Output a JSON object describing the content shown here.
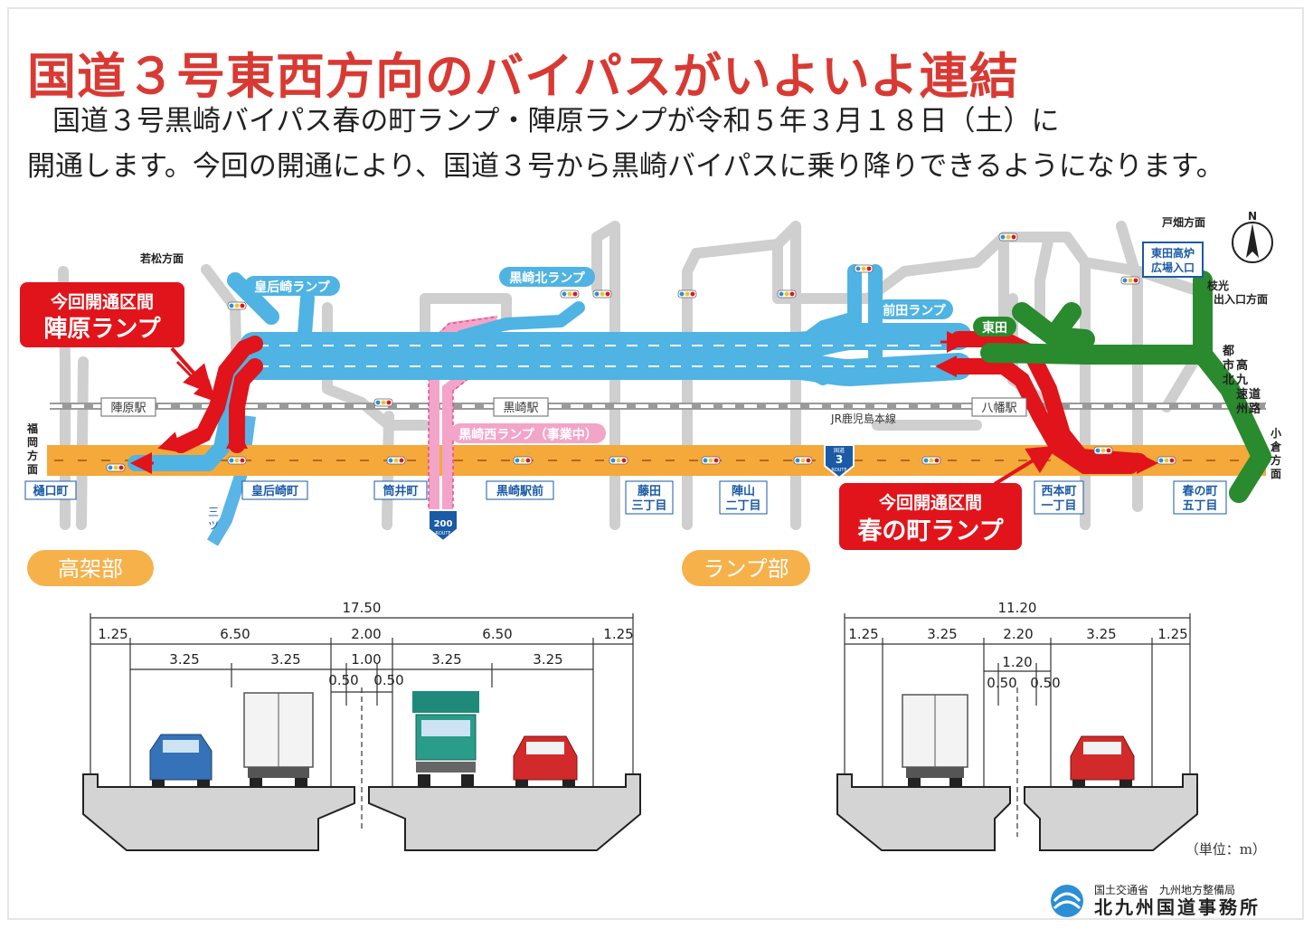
{
  "heading": {
    "title": "国道３号東西方向のバイパスがいよいよ連結",
    "lead_line1": "国道３号黒崎バイパス春の町ランプ・陣原ランプが令和５年３月１８日（土）に",
    "lead_line2": "開通します。今回の開通により、国道３号から黒崎バイパスに乗り降りできるようになります。"
  },
  "map": {
    "directions": {
      "wakamatsu": "若松方面",
      "tobata": "戸畑方面",
      "fukuoka": [
        "福",
        "岡",
        "方",
        "面"
      ],
      "kokura": [
        "小",
        "倉",
        "方",
        "面"
      ],
      "edamitsu": [
        "枝光",
        "出入口方面"
      ],
      "north": "N"
    },
    "ramps": {
      "kogosaki": "皇后崎ランプ",
      "kurosakikita": "黒崎北ランプ",
      "maeda": "前田ランプ",
      "higashida": "東田",
      "kurosakinishi": "黒崎西ランプ（事業中）"
    },
    "callouts": {
      "jinbaru": [
        "今回開通区間",
        "陣原ランプ"
      ],
      "harunomachi": [
        "今回開通区間",
        "春の町ランプ"
      ]
    },
    "stations": [
      "陣原駅",
      "黒崎駅",
      "八幡駅"
    ],
    "rail_line": "JR鹿児島本線",
    "expressway": [
      "都",
      "市",
      "北",
      "高",
      "九",
      "速",
      "州",
      "道",
      "路"
    ],
    "higashida_furnace": [
      "東田高炉",
      "広場入口"
    ],
    "intersections": [
      "樋口町",
      "皇后崎町",
      "筒井町",
      "黒崎駅前"
    ],
    "intersections_2line": [
      [
        "藤田",
        "三丁目"
      ],
      [
        "陣山",
        "二丁目"
      ],
      [
        "西本町",
        "一丁目"
      ],
      [
        "春の町",
        "五丁目"
      ]
    ],
    "river": [
      "三",
      "ツ"
    ],
    "route3_shield": {
      "top": "国道",
      "number": "3",
      "bottom": "ROUTE"
    },
    "route200_shield": {
      "number": "200",
      "bottom": "ROUTE"
    }
  },
  "sections": {
    "elevated": {
      "label": "高架部",
      "total": "17.50",
      "row2": [
        "1.25",
        "6.50",
        "2.00",
        "6.50",
        "1.25"
      ],
      "row3": [
        "3.25",
        "3.25",
        "1.00",
        "3.25",
        "3.25"
      ],
      "row4": [
        "0.50",
        "0.50"
      ]
    },
    "ramp": {
      "label": "ランプ部",
      "total": "11.20",
      "row2": [
        "1.25",
        "3.25",
        "2.20",
        "3.25",
        "1.25"
      ],
      "row3": [
        "1.20"
      ],
      "row4": [
        "0.50",
        "0.50"
      ]
    },
    "unit": "（単位：m）"
  },
  "footer": {
    "org": "国土交通省　九州地方整備局",
    "office": "北九州国道事務所"
  },
  "colors": {
    "title_red": "#d83a33",
    "bypass_blue": "#4fb3e3",
    "route3_orange": "#f4a93a",
    "open_red": "#e0141a",
    "expressway_green": "#2a8a2e",
    "ramp_pink": "#f2a5c8",
    "tag_orange": "#f6b14a"
  }
}
